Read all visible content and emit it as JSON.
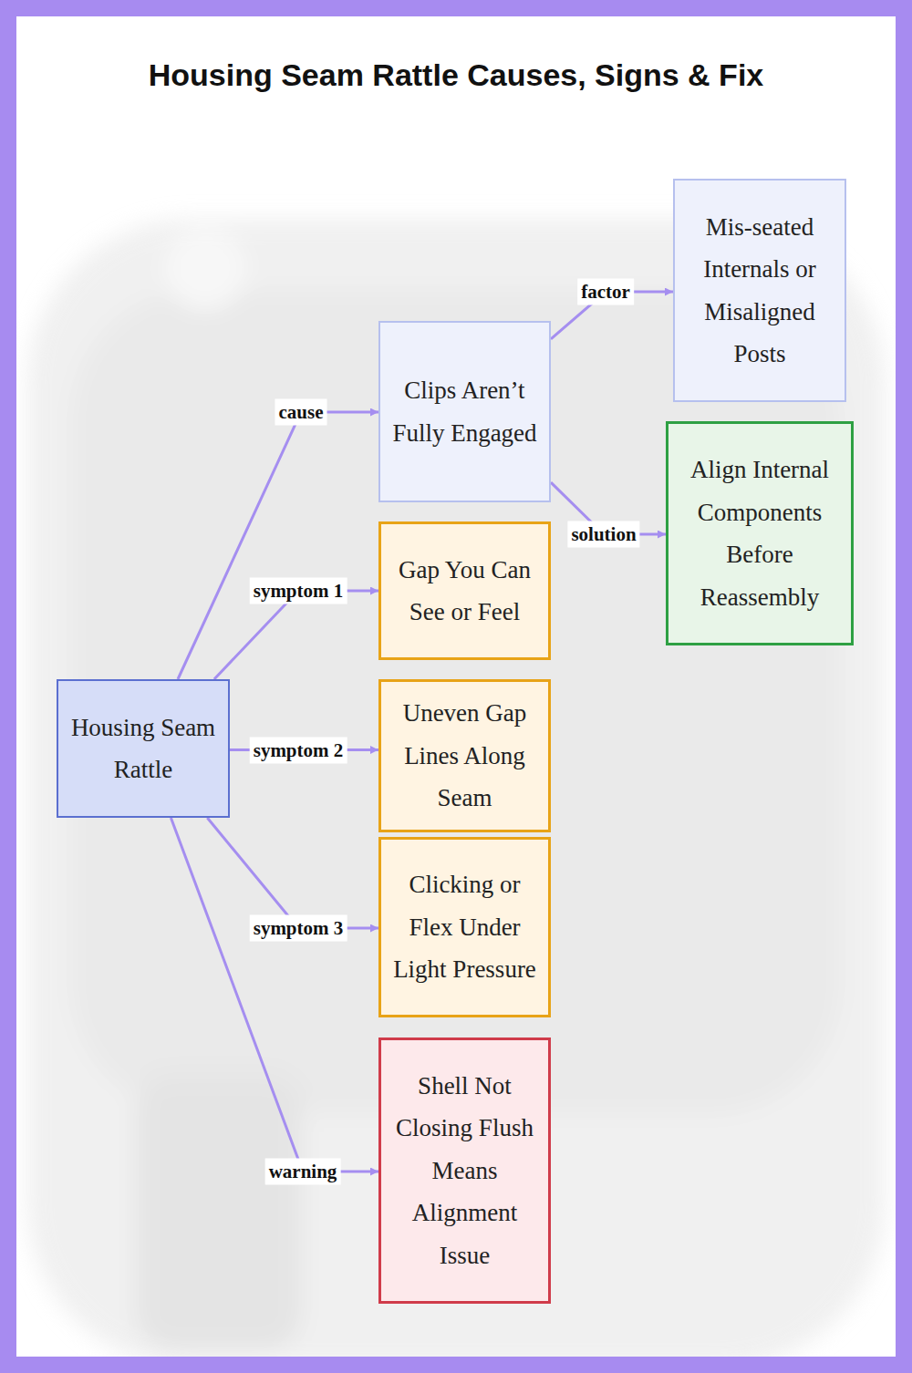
{
  "diagram": {
    "title": "Housing Seam Rattle Causes, Signs & Fix",
    "nodes": [
      {
        "text": [
          "Housing Seam Rattle"
        ]
      },
      {
        "text": [
          "Clips Aren’t Fully Engaged"
        ]
      },
      {
        "text": [
          "Mis-seated Internals or Misaligned Posts"
        ]
      },
      {
        "text": [
          "Align Internal Components Before Reassembly"
        ]
      },
      {
        "text": [
          "Gap You Can See or Feel"
        ]
      },
      {
        "text": [
          "Uneven Gap Lines Along Seam"
        ]
      },
      {
        "text": [
          "Clicking or Flex Under Light Pressure"
        ]
      },
      {
        "text": [
          "Shell Not Closing Flush Means Alignment Issue"
        ]
      }
    ],
    "edges": [
      {
        "from": 0,
        "to": 1,
        "label": "cause",
        "arrow": "to"
      },
      {
        "from": 1,
        "to": 2,
        "label": "factor",
        "arrow": "to"
      },
      {
        "from": 1,
        "to": 3,
        "label": "solution",
        "arrow": "to"
      },
      {
        "from": 0,
        "to": 4,
        "label": "symptom 1",
        "arrow": "to"
      },
      {
        "from": 0,
        "to": 5,
        "label": "symptom 2",
        "arrow": "to"
      },
      {
        "from": 0,
        "to": 6,
        "label": "symptom 3",
        "arrow": "to"
      },
      {
        "from": 0,
        "to": 7,
        "label": "warning",
        "arrow": "to"
      }
    ]
  }
}
